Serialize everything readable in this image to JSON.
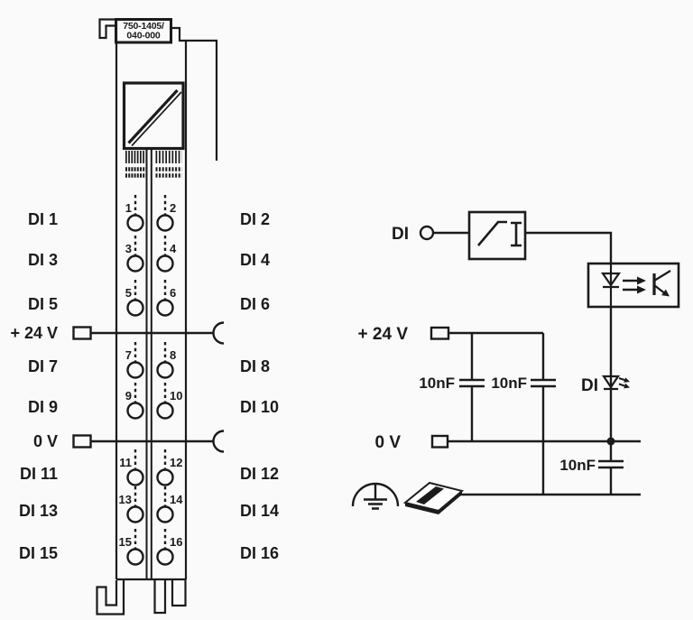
{
  "colors": {
    "line": "#1b1b1b",
    "background": "#fafafa"
  },
  "module": {
    "part_number": {
      "line1": "750-1405/",
      "line2": "040-000"
    },
    "power": {
      "supply_label": "+ 24 V",
      "ground_label": "0 V"
    },
    "rows": [
      {
        "left_label": "DI 1",
        "left_pin": "1",
        "right_pin": "2",
        "right_label": "DI 2"
      },
      {
        "left_label": "DI 3",
        "left_pin": "3",
        "right_pin": "4",
        "right_label": "DI 4"
      },
      {
        "left_label": "DI 5",
        "left_pin": "5",
        "right_pin": "6",
        "right_label": "DI 6"
      },
      {
        "left_label": "DI 7",
        "left_pin": "7",
        "right_pin": "8",
        "right_label": "DI 8"
      },
      {
        "left_label": "DI 9",
        "left_pin": "9",
        "right_pin": "10",
        "right_label": "DI 10"
      },
      {
        "left_label": "DI 11",
        "left_pin": "11",
        "right_pin": "12",
        "right_label": "DI 12"
      },
      {
        "left_label": "DI 13",
        "left_pin": "13",
        "right_pin": "14",
        "right_label": "DI 14"
      },
      {
        "left_label": "DI 15",
        "left_pin": "15",
        "right_pin": "16",
        "right_label": "DI 16"
      }
    ]
  },
  "schematic": {
    "input_label": "DI",
    "supply_label": "+ 24 V",
    "ground_label": "0 V",
    "led_label": "DI",
    "capacitors": [
      {
        "value": "10nF"
      },
      {
        "value": "10nF"
      },
      {
        "value": "10nF"
      }
    ]
  }
}
